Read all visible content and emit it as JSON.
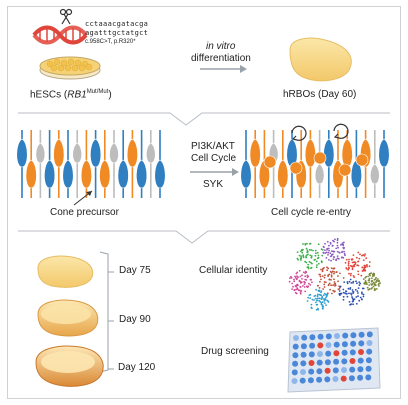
{
  "top": {
    "dna_seq_1": "cctaaacgatacga",
    "dna_seq_2": "agatttgctatgct",
    "mutation": "c.958C>T, p.R320*",
    "hescs_prefix": "hESCs (",
    "hescs_gene": "RB1",
    "hescs_superscript": "Mut/Mut",
    "hescs_suffix": ")",
    "arrow_italic": "in vitro",
    "arrow_text": "differentiation",
    "hrbos": "hRBOs (Day 60)"
  },
  "middle": {
    "pathway_1": "PI3K/AKT",
    "pathway_2": "Cell Cycle",
    "pathway_3": "SYK",
    "left_label": "Cone precursor",
    "right_label": "Cell cycle re-entry"
  },
  "bottom": {
    "day_1": "Day 75",
    "day_2": "Day 90",
    "day_3": "Day 120",
    "analysis_1": "Cellular identity",
    "analysis_2": "Drug screening"
  },
  "colors": {
    "cone_orange": "#f08a24",
    "blue_cell": "#2f7fc1",
    "gray_cell": "#bdbdbd",
    "dna_red": "#e0453a",
    "organoid": "#f6d98a",
    "plate_blue": "#4a87d9"
  }
}
